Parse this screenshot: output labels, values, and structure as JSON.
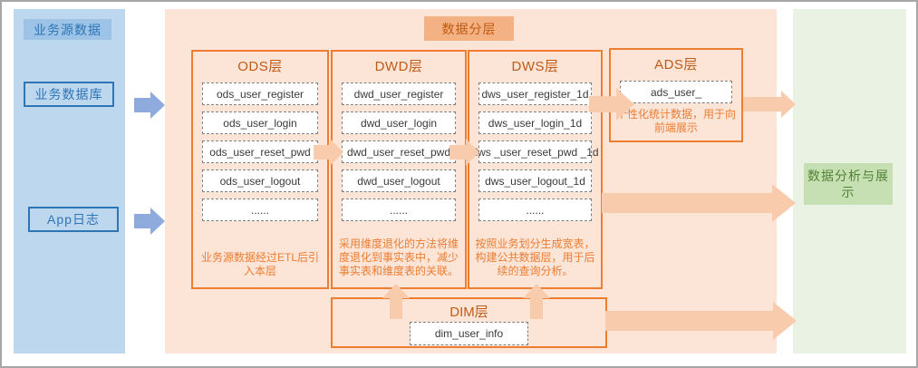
{
  "source_panel": {
    "title": "业务源数据",
    "items": [
      {
        "label": "业务数据库"
      },
      {
        "label": "App日志"
      }
    ]
  },
  "data_layers_panel": {
    "title": "数据分层",
    "columns": [
      {
        "title": "ODS层",
        "tables": [
          "ods_user_register",
          "ods_user_login",
          "ods_user_reset_pwd",
          "ods_user_logout",
          "......"
        ],
        "description": "业务源数据经过ETL后引入本层"
      },
      {
        "title": "DWD层",
        "tables": [
          "dwd_user_register",
          "dwd_user_login",
          "dwd_user_reset_pwd",
          "dwd_user_logout",
          "......"
        ],
        "description": "采用维度退化的方法将维度退化到事实表中，减少事实表和维度表的关联。"
      },
      {
        "title": "DWS层",
        "tables": [
          "dws_user_register_1d",
          "dws_user_login_1d",
          "dws _user_reset_pwd _1d",
          "dws_user_logout_1d",
          "......"
        ],
        "description": "按照业务划分生成宽表，构建公共数据层，用于后续的查询分析。"
      },
      {
        "title": "ADS层",
        "tables": [
          "ads_user_"
        ],
        "description": "个性化统计数据，用于向前端展示"
      }
    ],
    "dim": {
      "title": "DIM层",
      "tables": [
        "dim_user_info"
      ]
    }
  },
  "output_panel": {
    "title": "数据分析与展示"
  },
  "colors": {
    "blue_panel": "#BDD7EE",
    "blue_header": "#9DC3E6",
    "blue_accent": "#2E75B6",
    "blue_arrow": "#8FAADC",
    "peach_panel": "#FCE4D6",
    "peach_header": "#F4B183",
    "orange_border": "#ED7D31",
    "orange_title_text": "#BF5B17",
    "orange_arrow": "#F8CBAD",
    "green_panel": "#EAF2E3",
    "green_box": "#C6E0B4",
    "green_text": "#538135",
    "frame_border": "#A6A6A6"
  }
}
